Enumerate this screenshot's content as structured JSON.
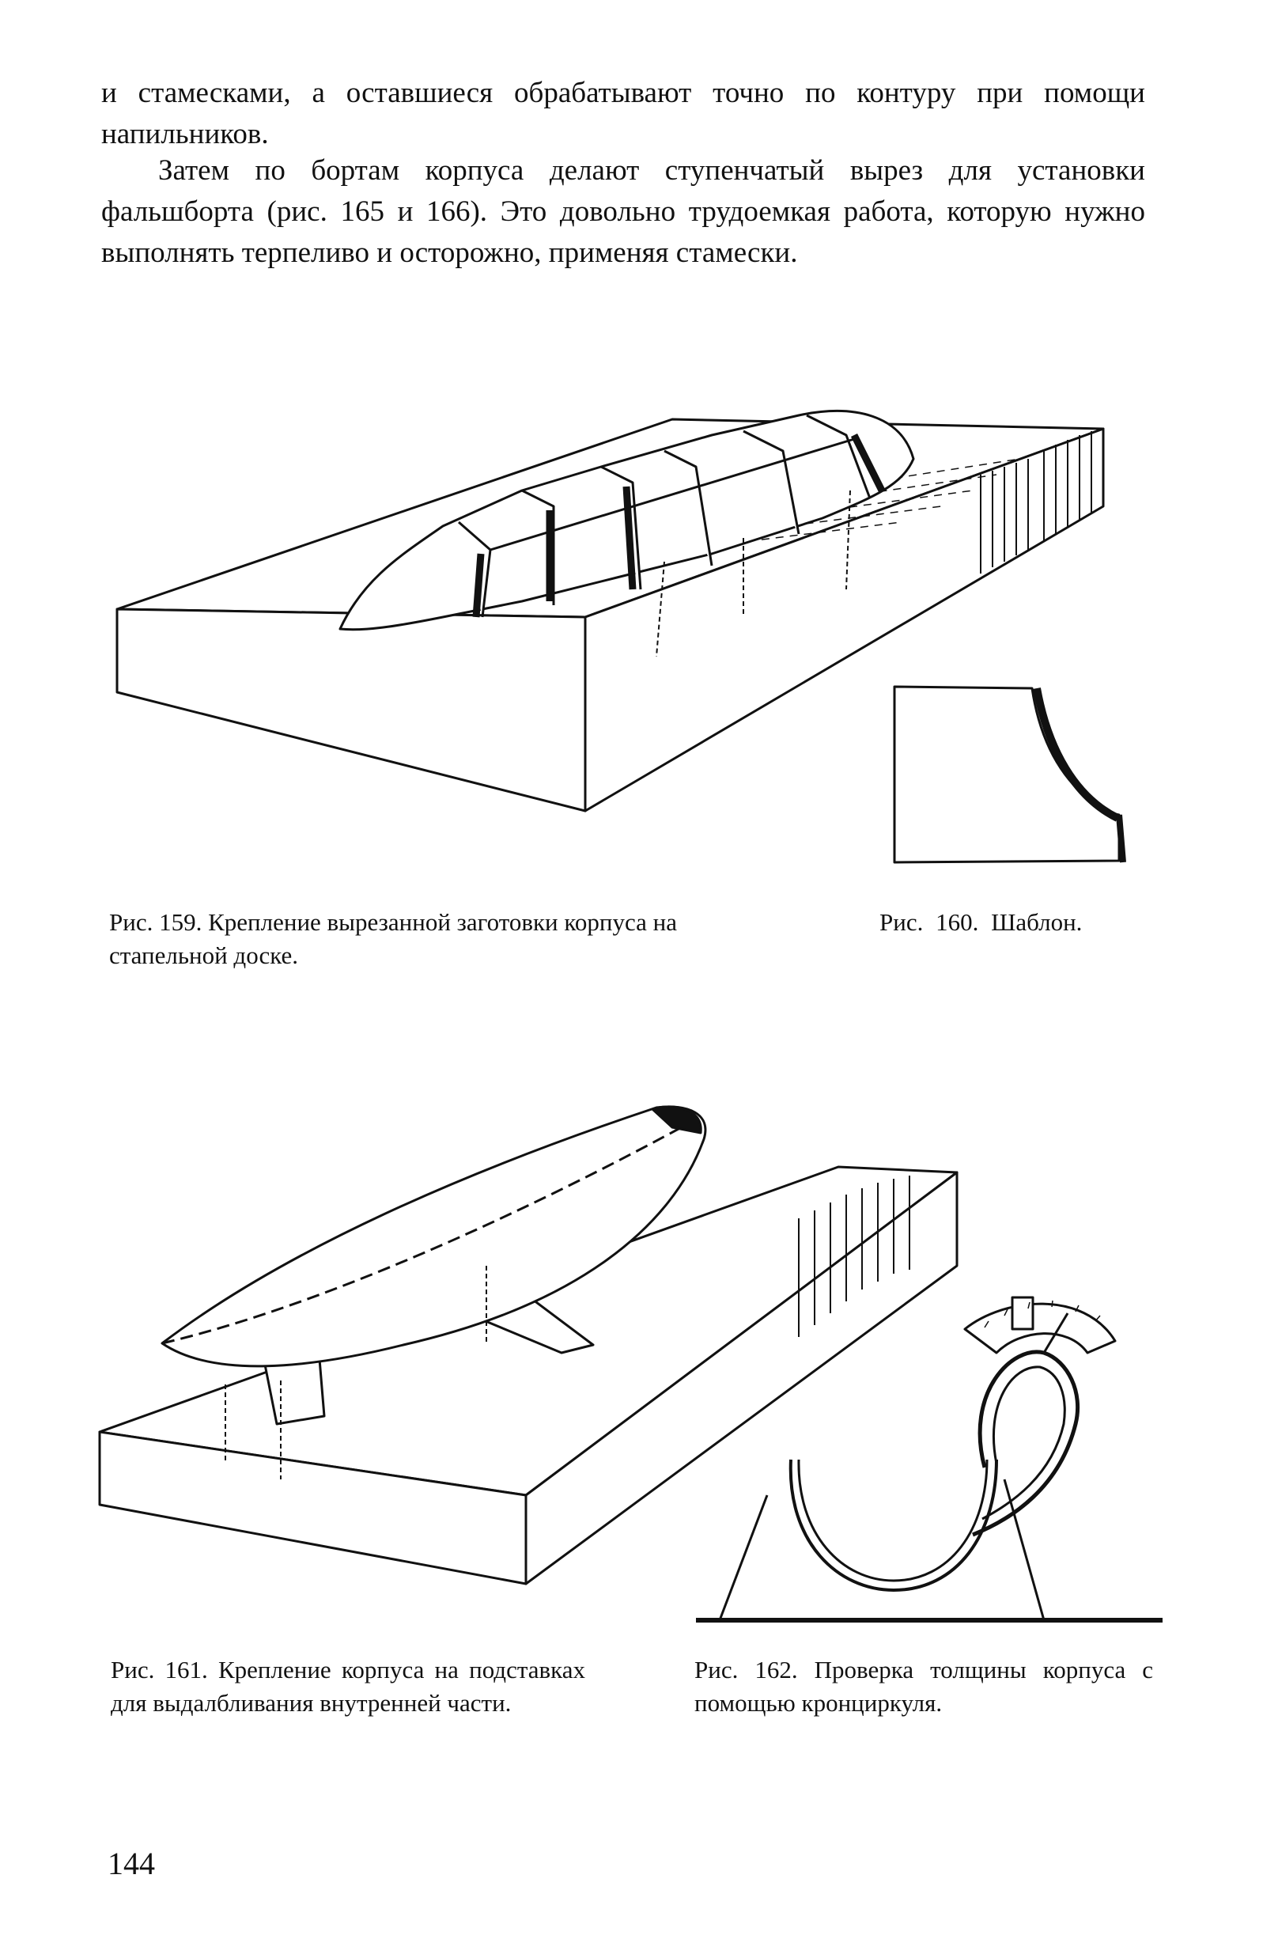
{
  "body_text": {
    "paragraph_1": "и стамесками, а оставшиеся обрабатывают точно по контуру при помощи напильников.",
    "paragraph_2": "Затем по бортам корпуса делают ступенчатый вырез для установки фальшборта (рис. 165 и 166). Это довольно трудоемкая работа, которую нужно выполнять терпеливо и осторожно, применяя стамески."
  },
  "figures": {
    "fig_159": {
      "label": "Рис. 159.",
      "caption": "Крепление вырезанной заготовки корпуса на стапельной доске."
    },
    "fig_160": {
      "label": "Рис. 160.",
      "caption": "Шаблон."
    },
    "fig_161": {
      "label": "Рис. 161.",
      "caption": "Крепление корпуса на подставках для выдалбливания внутренней части."
    },
    "fig_162": {
      "label": "Рис. 162.",
      "caption": "Проверка толщины корпуса с помощью кронциркуля."
    }
  },
  "page_number": "144",
  "colors": {
    "ink": "#111111",
    "paper": "#ffffff"
  }
}
